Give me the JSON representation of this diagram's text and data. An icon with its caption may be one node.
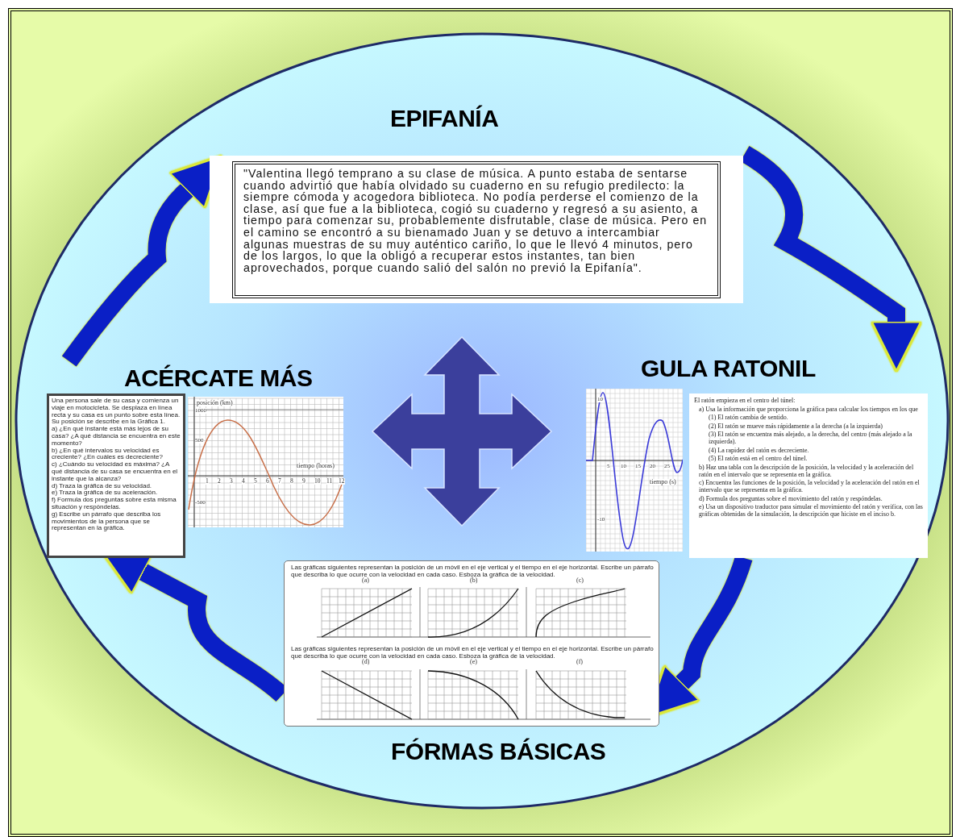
{
  "diagram": {
    "nodes": [
      {
        "text": [
          "EPIFANÍA",
          "\"Valentina llegó temprano a su clase de música. A punto estaba de sentarse cuando advirtió que había olvidado su cuaderno en su refugio predilecto: la siempre cómoda y acogedora biblioteca. No podía perderse el comienzo de la clase, así que fue a la biblioteca, cogió su cuaderno y regresó a su asiento, a tiempo para comenzar su, probablemente disfrutable, clase de música. Pero en el camino se encontró a su bienamado Juan y se detuvo a intercambiar algunas muestras de su muy auténtico cariño, lo que le llevó 4 minutos, pero de los largos, lo que la obligó a recuperar estos instantes, tan bien aprovechados, porque cuando salió del salón no previó la Epifanía\"."
        ]
      },
      {
        "text": [
          "ACÉRCATE MÁS",
          "Una persona sale de su casa y comienza un viaje en motocicleta. Se desplaza en línea recta y su casa es un punto sobre esta línea. Su posición se describe en la Gráfica 1.",
          "a) ¿En qué instante está más lejos de su casa? ¿A qué distancia se encuentra en este momento?",
          "b) ¿En qué intervalos su velocidad es creciente? ¿En cuáles es decreciente?",
          "c) ¿Cuándo su velocidad es máxima? ¿A qué distancia de su casa se encuentra en el instante que la alcanza?",
          "d) Traza la gráfica de su velocidad.",
          "e) Traza la gráfica de su aceleración.",
          "f) Formula dos preguntas sobre esta misma situación y respóndelas.",
          "g) Escribe un párrafo que describa los movimientos de la persona que se representan en la gráfica."
        ]
      },
      {
        "text": [
          "GULA RATONIL",
          "El ratón empieza en el centro del túnel:",
          "a) Usa la información que proporciona la gráfica para calcular los tiempos en los que",
          "(1) El ratón cambia de sentido.",
          "(2) El ratón se mueve más rápidamente a la derecha (a la izquierda)",
          "(3) El ratón se encuentra más alejado, a la derecha, del centro (más alejado a la izquierda).",
          "(4) La rapidez del ratón es decreciente.",
          "(5) El ratón está en el centro del túnel.",
          "b) Haz una tabla con la descripción de la posición, la velocidad y la aceleración del ratón en el intervalo que se representa en la gráfica.",
          "c) Encuentra las funciones de la posición, la velocidad y la aceleración del ratón en el intervalo que se representa en la gráfica.",
          "d) Formula dos preguntas sobre el movimiento del ratón y respóndelas.",
          "e) Usa un dispositivo traductor para simular el movimiento del ratón y verifica, con las gráficas obtenidas de la simulación, la descripción que hiciste en el inciso b."
        ]
      },
      {
        "text": [
          "Las gráficas siguientes representan la posición de un móvil en el eje vertical y el tiempo en el eje horizontal. Escribe un párrafo que describa lo que ocurre con la velocidad en cada caso. Esboza la gráfica de la velocidad.",
          "Las gráficas siguientes representan la posición de un móvil en el eje vertical y el tiempo en el eje horizontal. Escribe un párrafo que describa lo que ocurre con la velocidad en cada caso. Esboza la gráfica de la velocidad.",
          "FÓRMAS BÁSICAS"
        ]
      }
    ],
    "edges": [
      {
        "from": 0,
        "to": 2,
        "arrow": "to"
      },
      {
        "from": 2,
        "to": 3,
        "arrow": "to"
      },
      {
        "from": 3,
        "to": 1,
        "arrow": "to"
      },
      {
        "from": 1,
        "to": 0,
        "arrow": "to"
      }
    ],
    "labels": [
      "posición (km)",
      "1000",
      "500",
      "tiempo (horas)",
      "1",
      "2",
      "3",
      "4",
      "5",
      "6",
      "7",
      "8",
      "9",
      "10",
      "11",
      "12",
      "-500",
      "10",
      "5",
      "10",
      "15",
      "20",
      "25",
      "tiempo (s)",
      "-10",
      "(a)",
      "(b)",
      "(c)",
      "(d)",
      "(e)",
      "(f)"
    ]
  }
}
